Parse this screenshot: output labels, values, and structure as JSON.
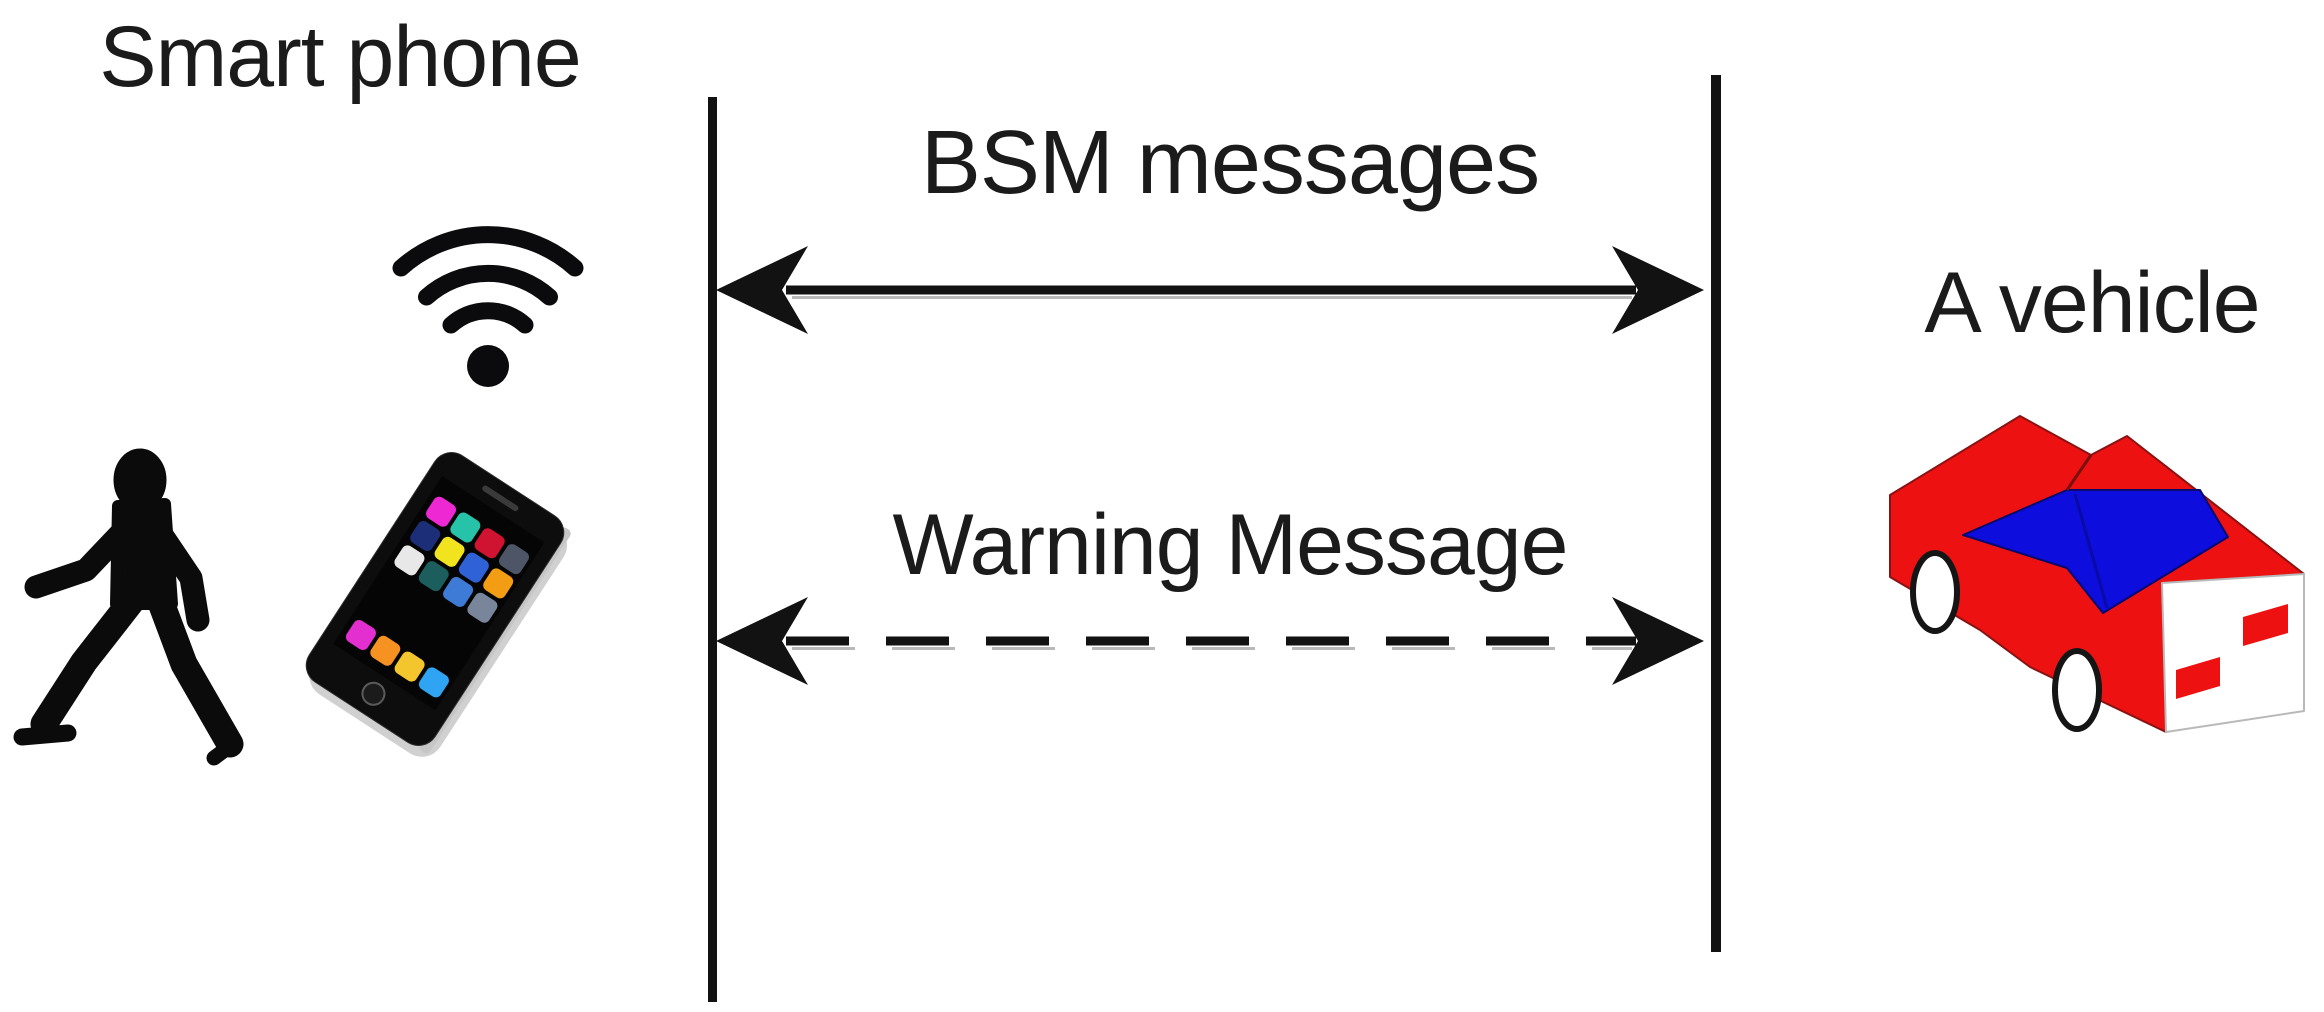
{
  "diagram": {
    "left_actor": {
      "title": "Smart phone",
      "icons": [
        "wifi-icon",
        "pedestrian-icon",
        "smartphone-icon"
      ]
    },
    "right_actor": {
      "title": "A vehicle",
      "icons": [
        "vehicle-icon"
      ]
    },
    "messages": [
      {
        "label": "BSM messages",
        "style": "solid",
        "direction": "bidirectional"
      },
      {
        "label": "Warning Message",
        "style": "dashed",
        "direction": "bidirectional"
      }
    ],
    "colors": {
      "background": "#ffffff",
      "line": "#121212",
      "text": "#1b1b1b",
      "car_body": "#ee1111",
      "car_glass": "#0d0ddd",
      "car_front_face": "#ffffff",
      "car_lights": "#ee1111",
      "wheel_fill": "#ffffff",
      "wheel_outline": "#151515"
    }
  }
}
